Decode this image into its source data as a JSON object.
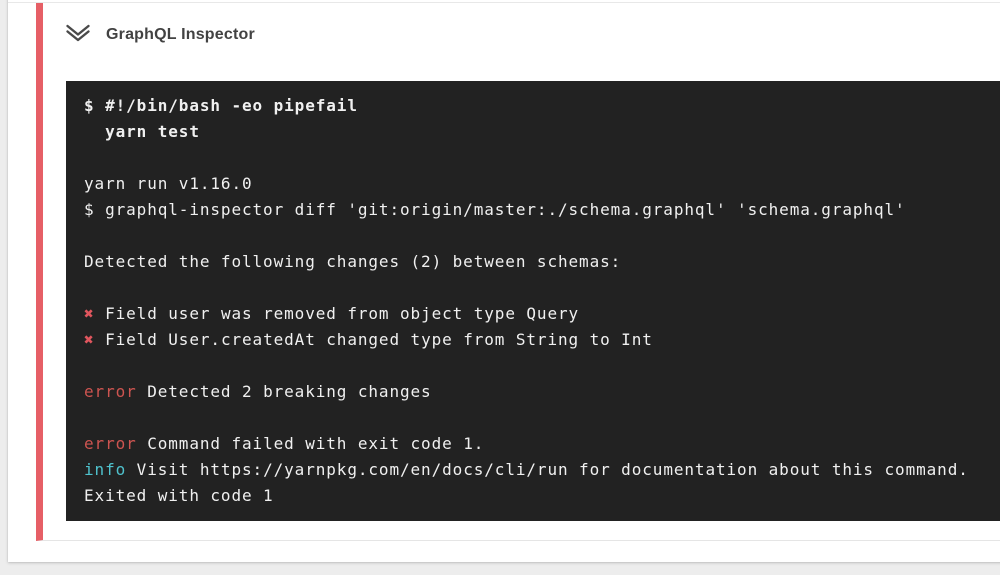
{
  "colors": {
    "page_background": "#ededed",
    "card_background": "#ffffff",
    "step_accent": "#e65f66",
    "terminal_background": "#222222",
    "terminal_text": "#f0f0f0",
    "error_text": "#cd5450",
    "info_text": "#4fc2cd",
    "cross_mark": "#e0565e"
  },
  "step": {
    "title": "GraphQL Inspector",
    "collapse_icon": "chevron-double-down"
  },
  "terminal": {
    "lines": [
      {
        "spans": [
          {
            "text": "$ #!/bin/bash -eo pipefail",
            "style": "bold"
          }
        ]
      },
      {
        "spans": [
          {
            "text": "  yarn test",
            "style": "bold"
          }
        ]
      },
      {
        "spans": []
      },
      {
        "spans": [
          {
            "text": "yarn run v1.16.0",
            "style": "plain"
          }
        ]
      },
      {
        "spans": [
          {
            "text": "$ graphql-inspector diff 'git:origin/master:./schema.graphql' 'schema.graphql'",
            "style": "plain"
          }
        ]
      },
      {
        "spans": []
      },
      {
        "spans": [
          {
            "text": "Detected the following changes (2) between schemas:",
            "style": "plain"
          }
        ]
      },
      {
        "spans": []
      },
      {
        "spans": [
          {
            "text": "✖",
            "style": "cross"
          },
          {
            "text": " Field user was removed from object type Query",
            "style": "plain"
          }
        ]
      },
      {
        "spans": [
          {
            "text": "✖",
            "style": "cross"
          },
          {
            "text": " Field User.createdAt changed type from String to Int",
            "style": "plain"
          }
        ]
      },
      {
        "spans": []
      },
      {
        "spans": [
          {
            "text": "error",
            "style": "error"
          },
          {
            "text": " Detected 2 breaking changes",
            "style": "plain"
          }
        ]
      },
      {
        "spans": []
      },
      {
        "spans": [
          {
            "text": "error",
            "style": "error"
          },
          {
            "text": " Command failed with exit code 1.",
            "style": "plain"
          }
        ]
      },
      {
        "spans": [
          {
            "text": "info",
            "style": "info"
          },
          {
            "text": " Visit https://yarnpkg.com/en/docs/cli/run for documentation about this command.",
            "style": "plain"
          }
        ]
      },
      {
        "spans": [
          {
            "text": "Exited with code 1",
            "style": "plain"
          }
        ]
      }
    ]
  }
}
